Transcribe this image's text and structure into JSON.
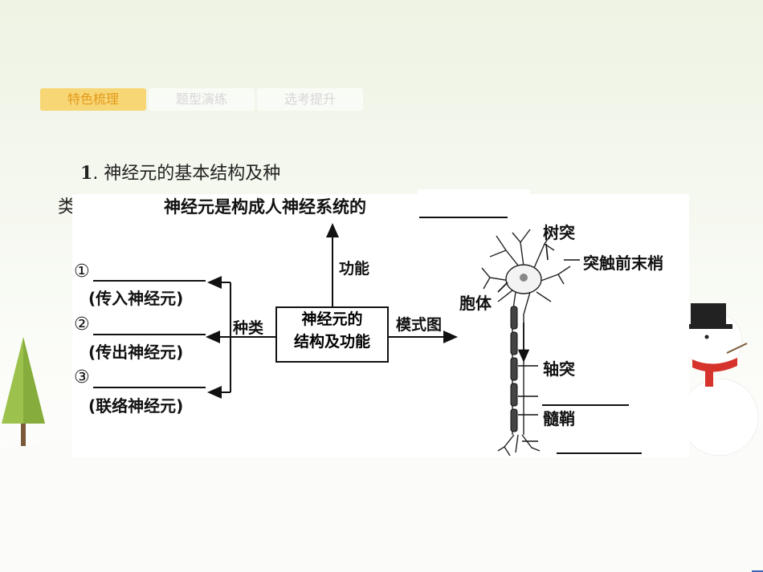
{
  "tabs": [
    {
      "label": "特色梳理",
      "active": true
    },
    {
      "label": "题型演练",
      "active": false
    },
    {
      "label": "选考提升",
      "active": false
    }
  ],
  "heading": {
    "number": "1",
    "text": ". 神经元的基本结构及种",
    "tail": "类"
  },
  "diagram": {
    "function_text": "神经元是构成人神经系统的",
    "function_label": "功能",
    "types_label": "种类",
    "model_label": "模式图",
    "center": [
      "神经元的",
      "结构及功能"
    ],
    "types": [
      {
        "marker": "①",
        "desc": "(传入神经元)"
      },
      {
        "marker": "②",
        "desc": "(传出神经元)"
      },
      {
        "marker": "③",
        "desc": "(联络神经元)"
      }
    ],
    "neuron_labels": {
      "dendrite": "树突",
      "terminal": "突触前末梢",
      "soma": "胞体",
      "axon": "轴突",
      "myelin": "髓鞘"
    }
  },
  "colors": {
    "active_tab_bg": "#f7d675",
    "active_tab_text": "#e49a1a",
    "inactive_tab_text": "#d7d7d7"
  }
}
